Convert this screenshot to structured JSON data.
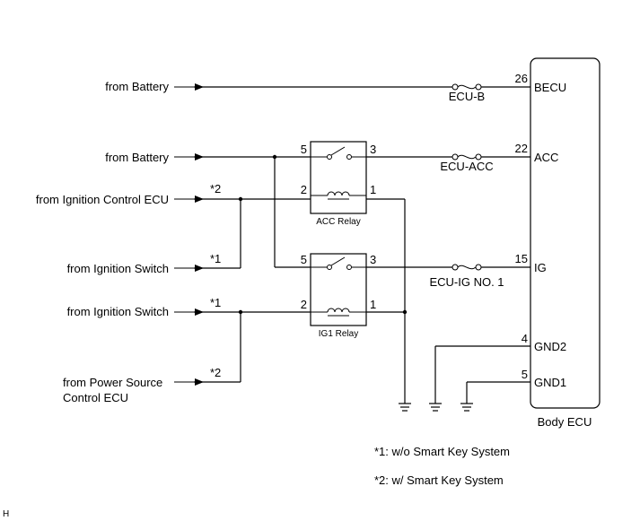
{
  "sources": {
    "battery_1": "from Battery",
    "battery_2": "from Battery",
    "ign_ctrl_ecu": "from Ignition Control ECU",
    "ign_switch_1": "from Ignition Switch",
    "ign_switch_2": "from Ignition Switch",
    "power_src_line1": "from Power Source",
    "power_src_line2": "Control ECU"
  },
  "marks": {
    "m1": "*1",
    "m2": "*2"
  },
  "fuses": {
    "ecu_b": "ECU-B",
    "ecu_acc": "ECU-ACC",
    "ecu_ig": "ECU-IG NO. 1"
  },
  "relays": {
    "acc": "ACC Relay",
    "ig1": "IG1 Relay"
  },
  "relay_pins": {
    "p5": "5",
    "p3": "3",
    "p2": "2",
    "p1": "1"
  },
  "ecu": {
    "name": "Body ECU",
    "pins": [
      {
        "num": "26",
        "label": "BECU"
      },
      {
        "num": "22",
        "label": "ACC"
      },
      {
        "num": "15",
        "label": "IG"
      },
      {
        "num": "4",
        "label": "GND2"
      },
      {
        "num": "5",
        "label": "GND1"
      }
    ]
  },
  "notes": {
    "n1": "*1: w/o Smart Key System",
    "n2": "*2: w/ Smart Key System"
  },
  "corner_letter": "H"
}
